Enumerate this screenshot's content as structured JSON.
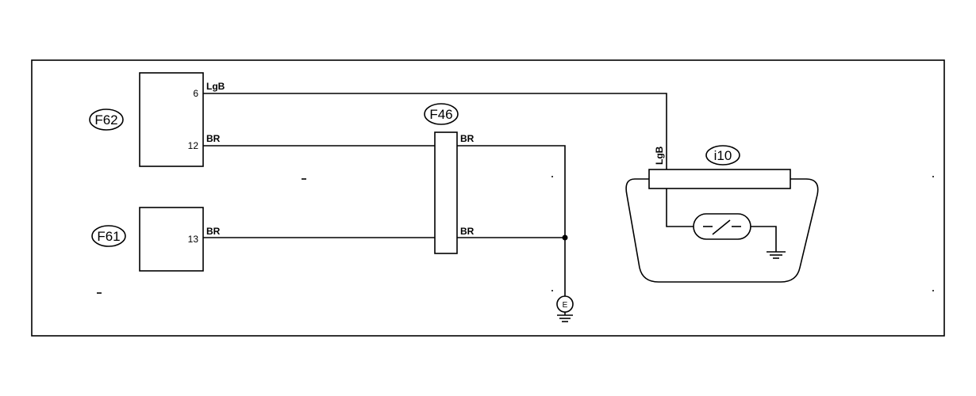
{
  "connectors": {
    "f62": "F62",
    "f61": "F61",
    "f46": "F46",
    "i10": "i10"
  },
  "pins": {
    "f62_pin6": "6",
    "f62_pin12": "12",
    "f61_pin13": "13"
  },
  "wires": {
    "w_f62_6": "LgB",
    "w_f62_12": "BR",
    "w_f61_13": "BR",
    "w_f46_top": "BR",
    "w_f46_bottom": "BR",
    "w_i10": "LgB"
  },
  "ground": {
    "label": "E"
  }
}
